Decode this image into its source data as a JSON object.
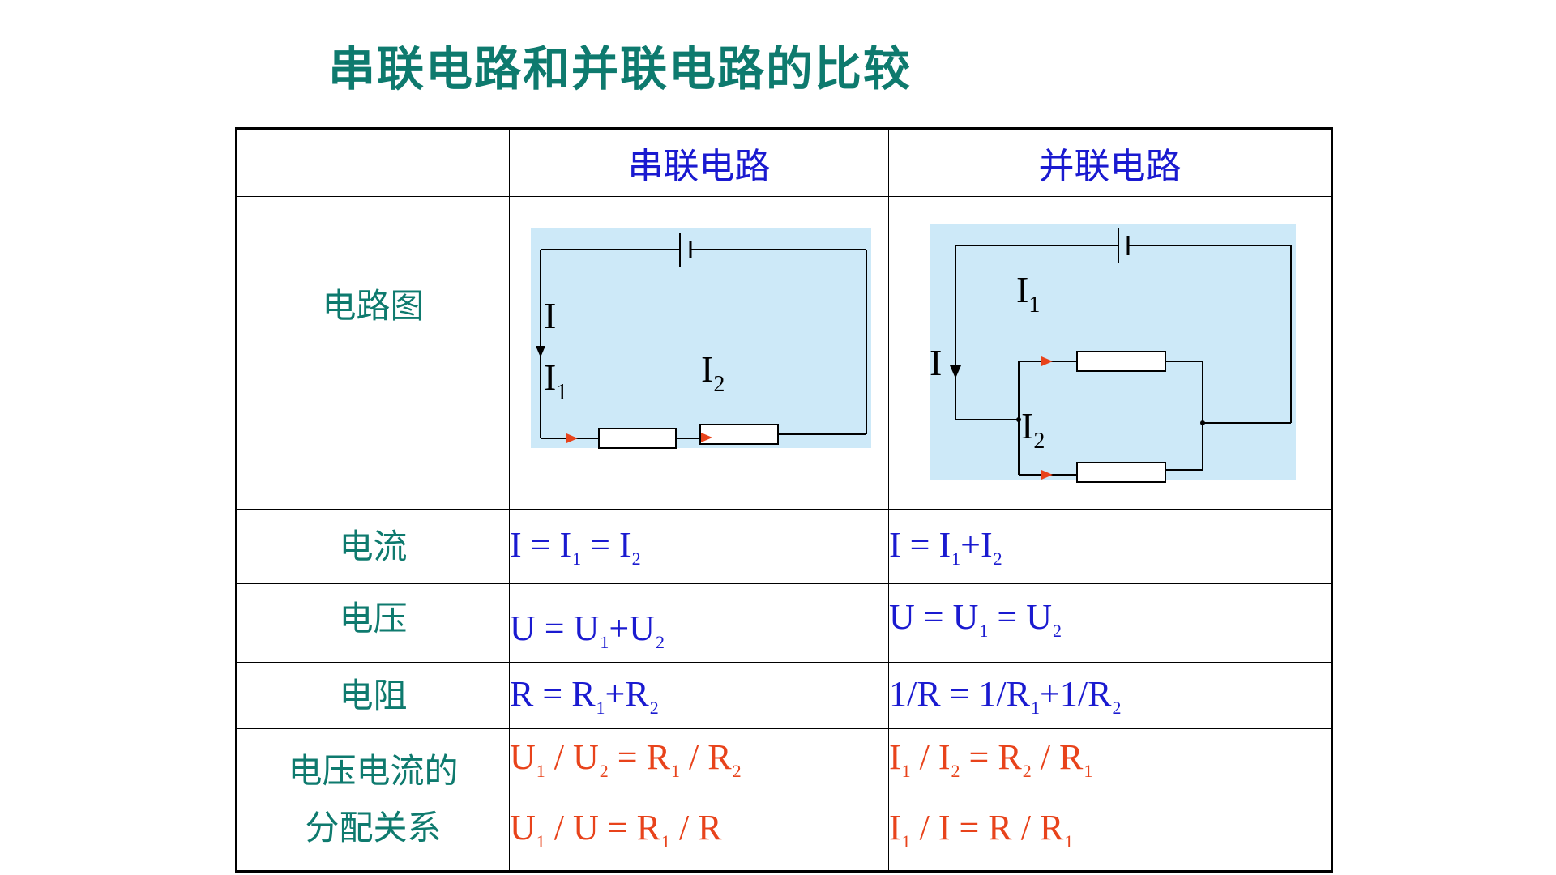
{
  "title": "串联电路和并联电路的比较",
  "header": {
    "series": "串联电路",
    "parallel": "并联电路"
  },
  "rows": {
    "diagram": {
      "label": "电路图"
    },
    "current": {
      "label": "电流"
    },
    "voltage": {
      "label": "电压"
    },
    "resistance": {
      "label": "电阻"
    },
    "ratio": {
      "label_line1": "电压电流的",
      "label_line2": "分配关系"
    }
  },
  "symbols": {
    "I": "I",
    "U": "U",
    "R": "R",
    "one": "1",
    "two": "2",
    "eq": " = ",
    "plus": "+",
    "slash": " / ",
    "one_over": "1/"
  },
  "colors": {
    "title": "#0e7a6e",
    "header": "#1a1ad0",
    "formula": "#1a1ad0",
    "ratio": "#e8431b",
    "diagram_bg": "#cde9f8",
    "arrow": "#e8431b"
  }
}
